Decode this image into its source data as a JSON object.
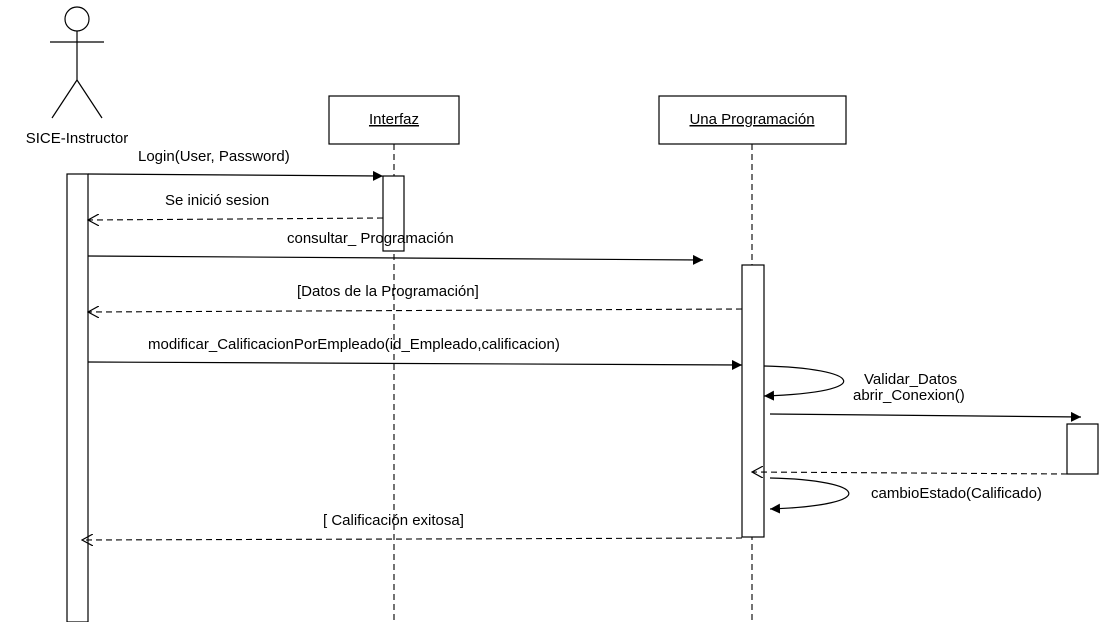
{
  "actor": {
    "label": "SICE-Instructor"
  },
  "participants": [
    {
      "label": "Interfaz"
    },
    {
      "label": "Una Programación"
    }
  ],
  "messages": [
    {
      "label": "Login(User, Password)",
      "kind": "sync"
    },
    {
      "label": "Se inició sesion",
      "kind": "return"
    },
    {
      "label": "consultar_ Programación",
      "kind": "sync"
    },
    {
      "label": "[Datos de la Programación]",
      "kind": "return"
    },
    {
      "label": "modificar_CalificacionPorEmpleado(id_Empleado,calificacion)",
      "kind": "sync"
    },
    {
      "label": "Validar_Datos",
      "kind": "self"
    },
    {
      "label": "abrir_Conexion()",
      "kind": "sync"
    },
    {
      "label": "cambioEstado(Calificado)",
      "kind": "self"
    },
    {
      "label": "[ Calificación exitosa]",
      "kind": "return"
    }
  ]
}
